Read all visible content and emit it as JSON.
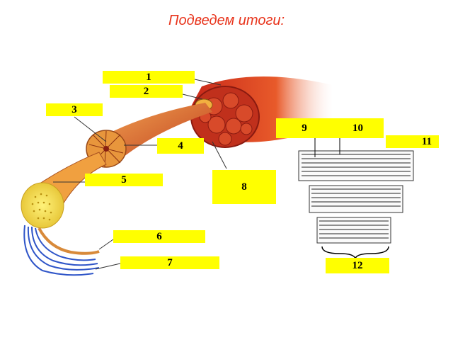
{
  "title": "Подведем итоги:",
  "labels": {
    "l1": "1",
    "l2": "2",
    "l3": "3",
    "l4": "4",
    "l5": "5",
    "l6": "6",
    "l7": "7",
    "l8": "8",
    "l9": "9",
    "l10": "10",
    "l11": "11",
    "l12": "12"
  },
  "colors": {
    "label_bg": "#ffff00",
    "title": "#e8341c",
    "muscle": "#d9301a",
    "fascicle": "#e07a2a",
    "fiber": "#f2e24a",
    "nerve": "#2f55c8"
  }
}
